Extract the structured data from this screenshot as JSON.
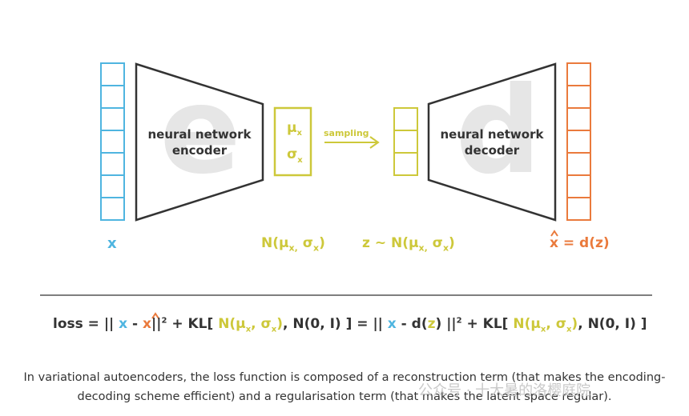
{
  "colors": {
    "input": "#4fb5e0",
    "output": "#ea7a3c",
    "latent": "#cdc83a",
    "network": "#333333",
    "bg_letter": "#e6e6e6"
  },
  "encoder": {
    "label_line1": "neural network",
    "label_line2": "encoder",
    "bg_letter": "e"
  },
  "decoder": {
    "label_line1": "neural network",
    "label_line2": "decoder",
    "bg_letter": "d"
  },
  "latent_box": {
    "mu": "μ",
    "mu_sub": "x",
    "sigma": "σ",
    "sigma_sub": "x"
  },
  "arrow_label": "sampling",
  "labels": {
    "input": "x",
    "distribution_main": "N(μ",
    "distribution_sub1": "x,",
    "distribution_mid": " σ",
    "distribution_sub2": "x",
    "distribution_end": ")",
    "z_main": "z ~ N(μ",
    "z_sub1": "x,",
    "z_mid": " σ",
    "z_sub2": "x",
    "z_end": ")",
    "output_hat": "x",
    "output_rest": " = d(z)"
  },
  "loss": {
    "prefix": "loss  =  || ",
    "x1": "x",
    "minus1": " - ",
    "xhat": "x",
    "norm1": "||",
    "sq": "2",
    "kl1": " +  KL[ ",
    "n1": "N(μ",
    "n1_sub1": "x",
    "n1_mid": ", σ",
    "n1_sub2": "x",
    "n1_end": ")",
    "n0_1": ", N(0, I) ]  =  || ",
    "x2": "x",
    "minus2": " - d(",
    "z": "z",
    "close": ") ||",
    "sq2": "2",
    "kl2": " +  KL[ ",
    "n2": "N(μ",
    "n2_sub1": "x",
    "n2_mid": ", σ",
    "n2_sub2": "x",
    "n2_end": ")",
    "n0_2": ", N(0, I) ]"
  },
  "caption_line1": "In variational autoencoders, the loss function is composed of a reconstruction term (that makes the encoding-",
  "caption_line2": "decoding scheme efficient) and a regularisation term (that makes the latent space regular).",
  "watermark": "公众号 · 十大暑的洛樱庭院"
}
